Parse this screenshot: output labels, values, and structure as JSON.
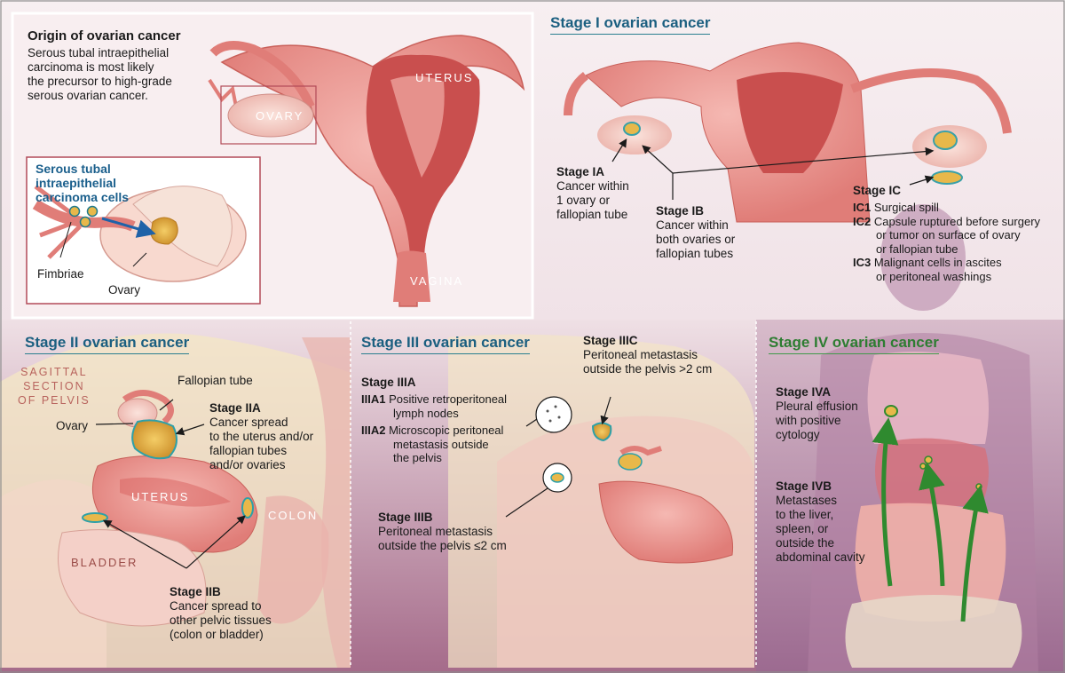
{
  "origin": {
    "title": "Origin of ovarian cancer",
    "body": [
      "Serous tubal intraepithelial",
      "carcinoma is most likely",
      "the precursor to high-grade",
      "serous ovarian cancer."
    ],
    "inset_title": [
      "Serous tubal",
      "intraepithelial",
      "carcinoma cells"
    ],
    "fimbriae": "Fimbriae",
    "ovary": "Ovary",
    "organ_uterus": "UTERUS",
    "organ_ovary": "OVARY",
    "organ_vagina": "VAGINA"
  },
  "stage1": {
    "title": "Stage I ovarian cancer",
    "ia_label": "Stage IA",
    "ia_text": [
      "Cancer within",
      "1 ovary or",
      "fallopian tube"
    ],
    "ib_label": "Stage IB",
    "ib_text": [
      "Cancer within",
      "both ovaries or",
      "fallopian tubes"
    ],
    "ic_label": "Stage IC",
    "ic_items": [
      {
        "code": "IC1",
        "lines": [
          "Surgical spill"
        ]
      },
      {
        "code": "IC2",
        "lines": [
          "Capsule ruptured before surgery",
          "or tumor on surface of ovary",
          "or fallopian tube"
        ]
      },
      {
        "code": "IC3",
        "lines": [
          "Malignant cells in ascites",
          "or peritoneal washings"
        ]
      }
    ]
  },
  "stage2": {
    "title": "Stage II ovarian cancer",
    "sagittal": [
      "SAGITTAL",
      "SECTION",
      "OF PELVIS"
    ],
    "fallopian_tube": "Fallopian tube",
    "ovary": "Ovary",
    "iia_label": "Stage IIA",
    "iia_text": [
      "Cancer spread",
      "to the uterus and/or",
      "fallopian tubes",
      "and/or ovaries"
    ],
    "uterus": "UTERUS",
    "colon": "COLON",
    "bladder": "BLADDER",
    "iib_label": "Stage IIB",
    "iib_text": [
      "Cancer spread to",
      "other pelvic tissues",
      "(colon or bladder)"
    ]
  },
  "stage3": {
    "title": "Stage III ovarian cancer",
    "iiia_label": "Stage IIIA",
    "iiia_items": [
      {
        "code": "IIIA1",
        "lines": [
          "Positive retroperitoneal",
          "lymph nodes"
        ]
      },
      {
        "code": "IIIA2",
        "lines": [
          "Microscopic peritoneal",
          "metastasis outside",
          "the pelvis"
        ]
      }
    ],
    "iiib_label": "Stage IIIB",
    "iiib_text": [
      "Peritoneal metastasis",
      "outside the pelvis ≤2 cm"
    ],
    "iiic_label": "Stage IIIC",
    "iiic_text": [
      "Peritoneal metastasis",
      "outside the pelvis >2 cm"
    ]
  },
  "stage4": {
    "title": "Stage IV ovarian cancer",
    "iva_label": "Stage IVA",
    "iva_text": [
      "Pleural effusion",
      "with positive",
      "cytology"
    ],
    "ivb_label": "Stage IVB",
    "ivb_text": [
      "Metastases",
      "to the liver,",
      "spleen, or",
      "outside the",
      "abdominal cavity"
    ]
  },
  "colors": {
    "title_blue": "#1b5f80",
    "title_green": "#2e7d32",
    "tissue_pink": "#e88f89",
    "tumor_yellow": "#e8b84a",
    "arrow_green": "#2f8a2f",
    "background_mauve": "#c89aac"
  }
}
